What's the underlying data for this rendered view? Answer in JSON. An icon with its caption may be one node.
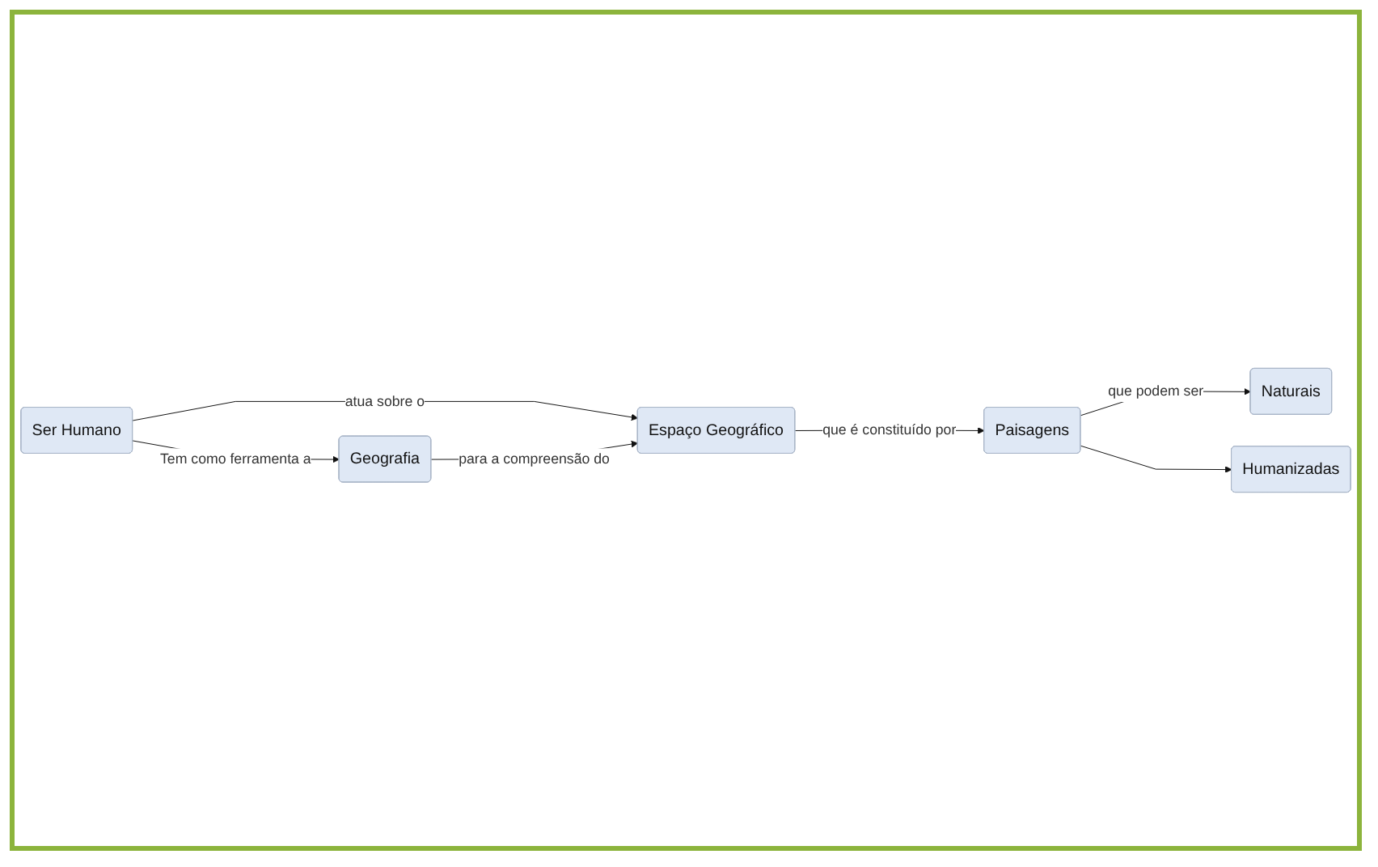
{
  "diagram": {
    "nodes": [
      {
        "text": [
          "Ser Humano"
        ]
      },
      {
        "text": [
          "Geografia"
        ]
      },
      {
        "text": [
          "Espaço Geográfico"
        ]
      },
      {
        "text": [
          "Paisagens"
        ]
      },
      {
        "text": [
          "Naturais"
        ]
      },
      {
        "text": [
          "Humanizadas"
        ]
      }
    ],
    "edges": [
      {
        "from": 0,
        "to": 1,
        "arrow": "to",
        "label": "Tem como ferramenta a"
      },
      {
        "from": 0,
        "to": 2,
        "arrow": "to",
        "label": "atua sobre o"
      },
      {
        "from": 1,
        "to": 2,
        "arrow": "to",
        "label": "para a compreensão do"
      },
      {
        "from": 2,
        "to": 3,
        "arrow": "to",
        "label": "que é constituído por"
      },
      {
        "from": 3,
        "to": 4,
        "arrow": "to",
        "label": "que podem ser"
      },
      {
        "from": 3,
        "to": 5,
        "arrow": "to"
      }
    ]
  }
}
